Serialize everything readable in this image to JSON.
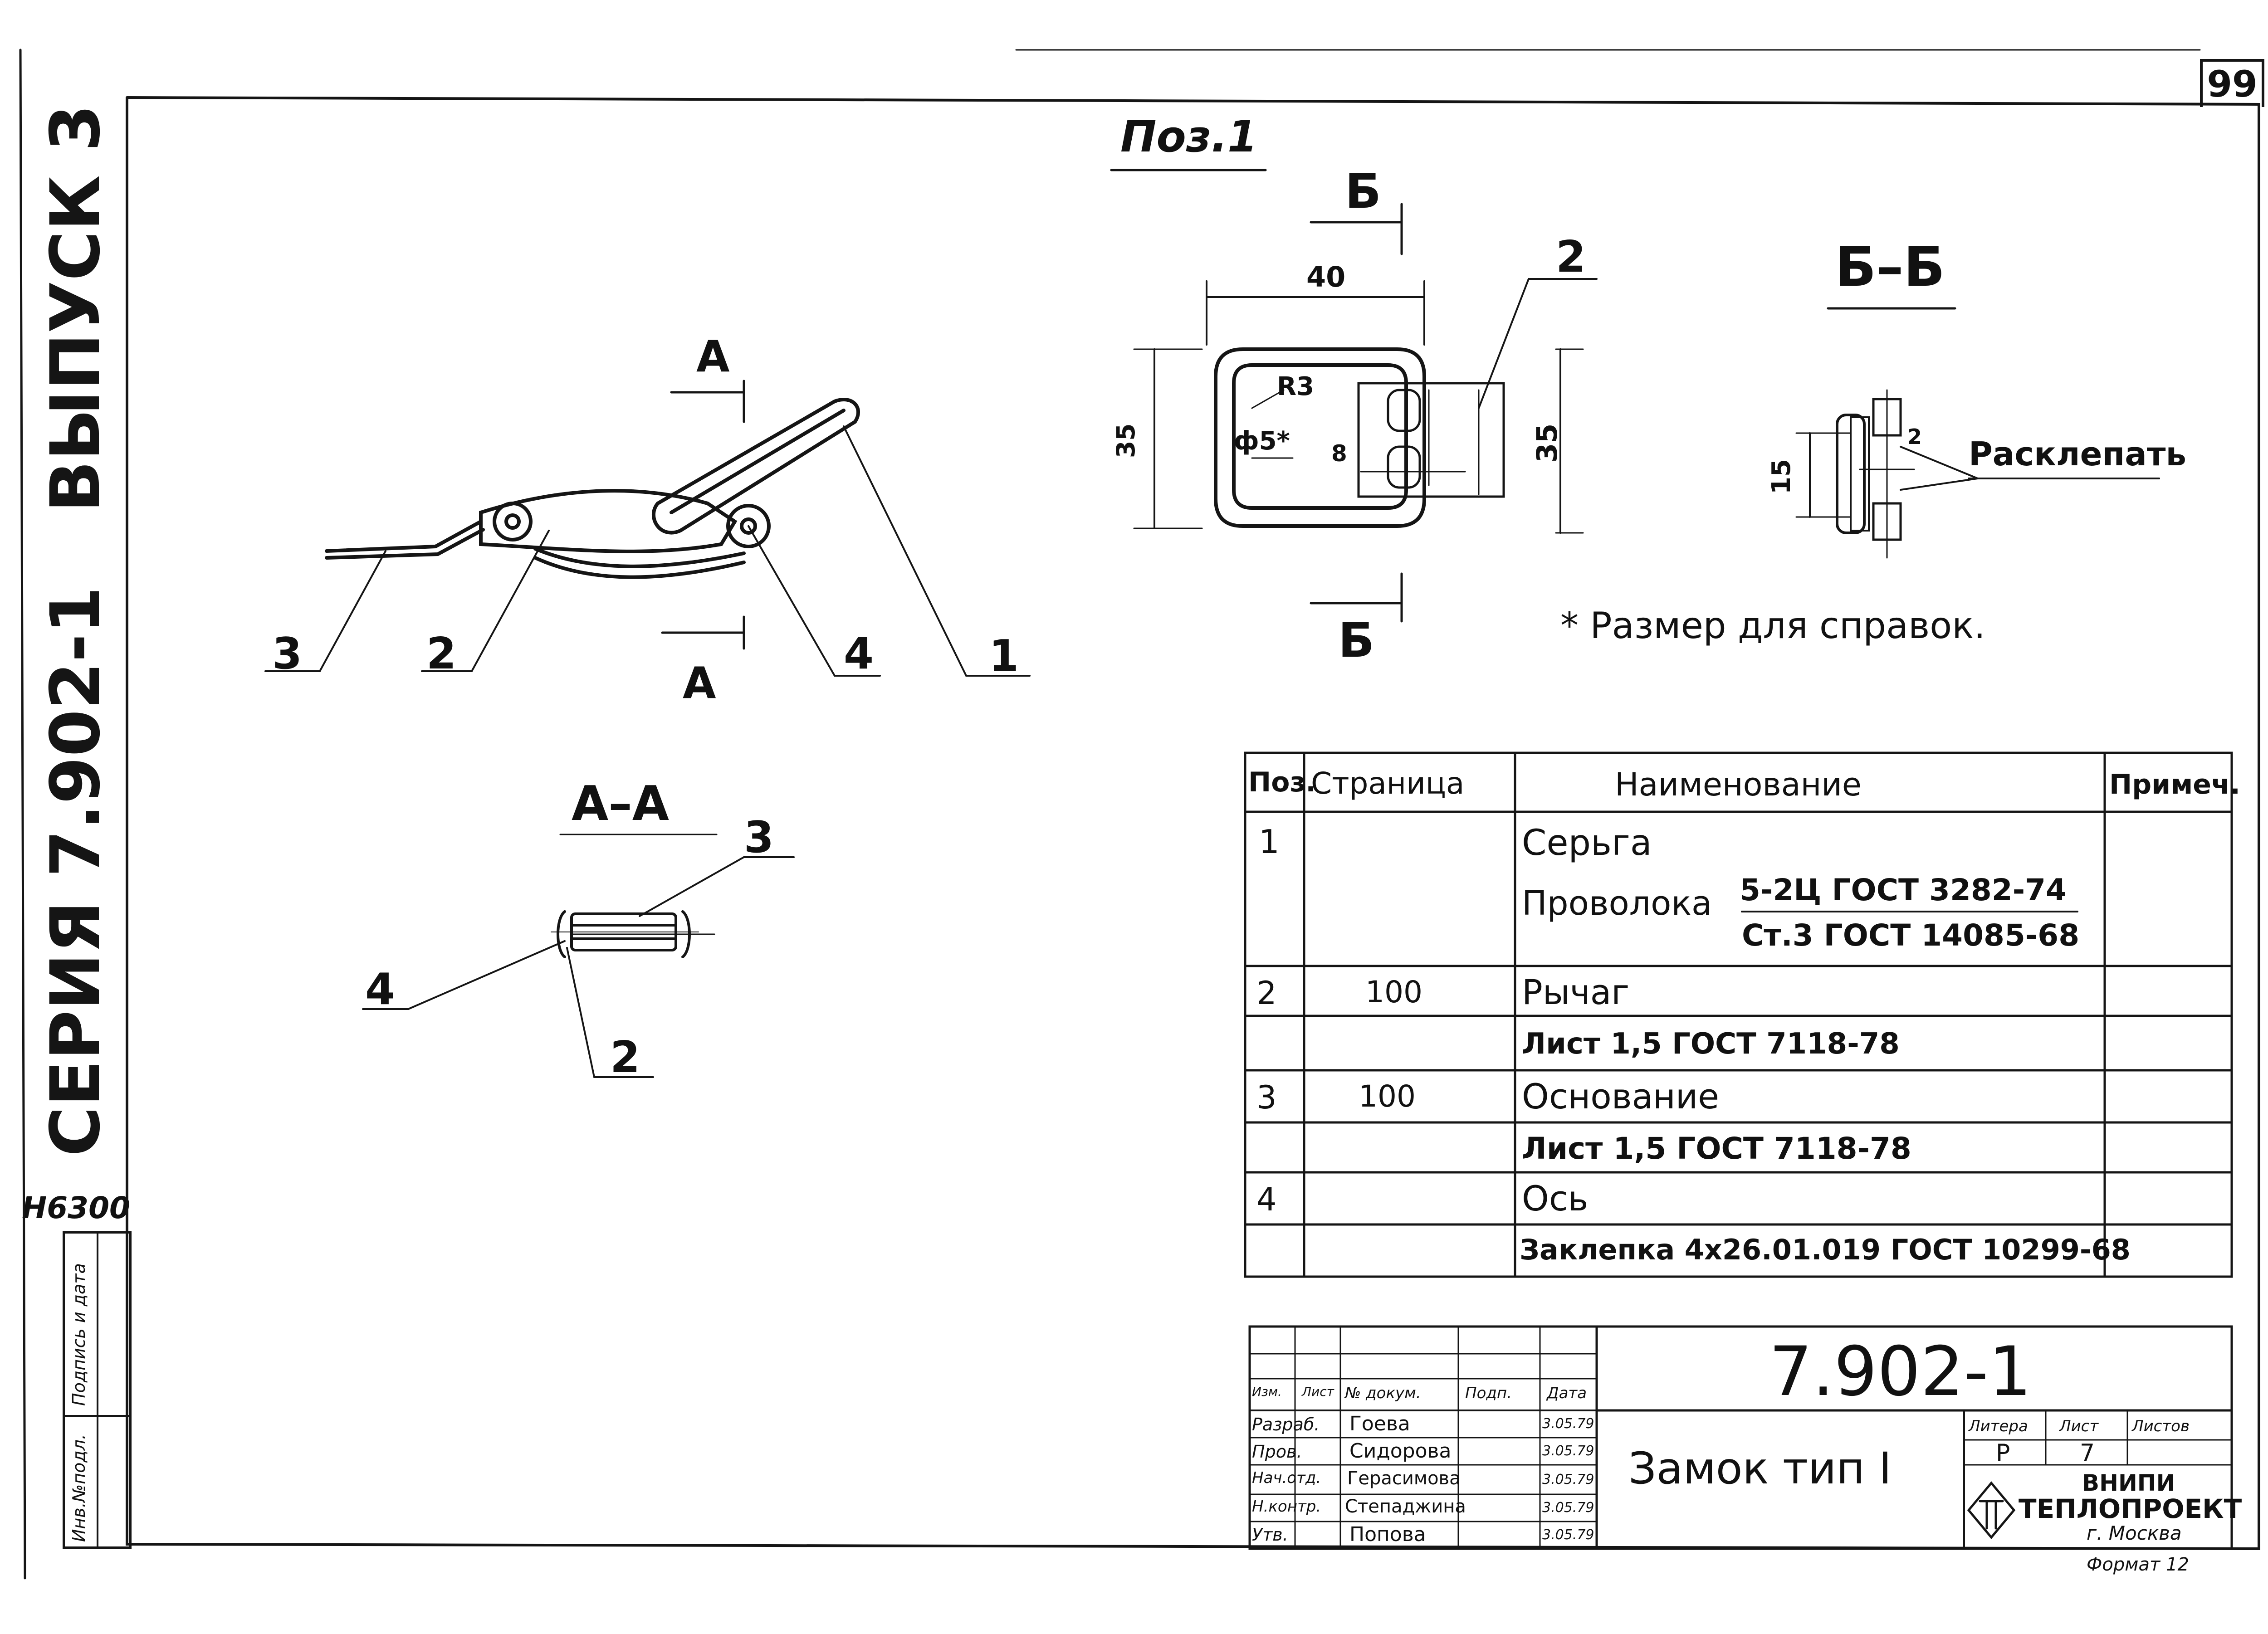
{
  "page_number": "99",
  "side_title": {
    "series": "СЕРИЯ 7.902-1",
    "issue": "ВЫПУСК 3",
    "inventory": "Н6300"
  },
  "side_stamp": {
    "inv_label": "Инв.№подл.",
    "sign_label": "Подпись и дата"
  },
  "drawing": {
    "poz_title": "Поз.1",
    "callouts": {
      "c1": "1",
      "c2": "2",
      "c3": "3",
      "c4": "4",
      "pos2": "2"
    },
    "section_a": "А",
    "section_b": "Б",
    "section_aa_title": "А–А",
    "section_bb_title": "Б–Б",
    "aa_callouts": {
      "c2": "2",
      "c3": "3",
      "c4": "4"
    },
    "dims": {
      "d40": "40",
      "d35a": "35",
      "d35b": "35",
      "r3": "R3",
      "phi5": "ф5*",
      "d8": "8",
      "d15": "15",
      "d2": "2"
    },
    "rivet_note": "Расклепать",
    "ref_note": "* Размер для справок."
  },
  "spec_table": {
    "headers": {
      "pos": "Поз.",
      "page": "Страница",
      "name": "Наименование",
      "note": "Примеч."
    },
    "rows": [
      {
        "pos": "1",
        "page": "",
        "name": "Серьга"
      },
      {
        "pos": "",
        "page": "",
        "name": "Проволока",
        "frac_top": "5-2Ц ГОСТ 3282-74",
        "frac_bottom": "Ст.3 ГОСТ 14085-68"
      },
      {
        "pos": "2",
        "page": "100",
        "name": "Рычаг"
      },
      {
        "pos": "",
        "page": "",
        "name": "Лист 1,5   ГОСТ 7118-78"
      },
      {
        "pos": "3",
        "page": "100",
        "name": "Основание"
      },
      {
        "pos": "",
        "page": "",
        "name": "Лист 1,5 ГОСТ 7118-78"
      },
      {
        "pos": "4",
        "page": "",
        "name": "Ось"
      },
      {
        "pos": "",
        "page": "",
        "name": "Заклепка 4х26.01.019 ГОСТ 10299-68"
      }
    ]
  },
  "title_block": {
    "doc_number": "7.902-1",
    "title": "Замок тип I",
    "col_headers": {
      "izm": "Изм.",
      "list": "Лист",
      "doc": "№ докум.",
      "sign": "Подп.",
      "date": "Дата"
    },
    "people": [
      {
        "role": "Разраб.",
        "name": "Гоева",
        "date": "3.05.79"
      },
      {
        "role": "Пров.",
        "name": "Сидорова",
        "date": "3.05.79"
      },
      {
        "role": "Нач.отд.",
        "name": "Герасимова",
        "date": "3.05.79"
      },
      {
        "role": "Н.контр.",
        "name": "Степаджина",
        "date": "3.05.79"
      },
      {
        "role": "Утв.",
        "name": "Попова",
        "date": "3.05.79"
      }
    ],
    "stage_headers": {
      "litera": "Литера",
      "sheet": "Лист",
      "sheets": "Листов"
    },
    "litera": "Р",
    "sheet": "7",
    "org": "ВНИПИ",
    "org2": "ТЕПЛОПРОЕКТ",
    "city": "г. Москва",
    "format": "Формат 12"
  }
}
